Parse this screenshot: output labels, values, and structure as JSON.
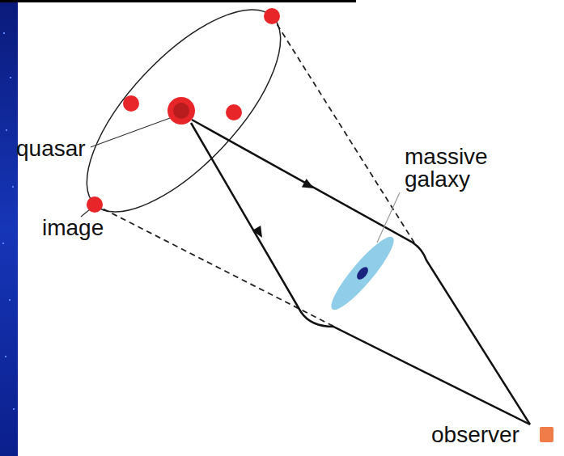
{
  "diagram": {
    "labels": [
      "quasar",
      "massive galaxy",
      "image",
      "observer"
    ]
  }
}
